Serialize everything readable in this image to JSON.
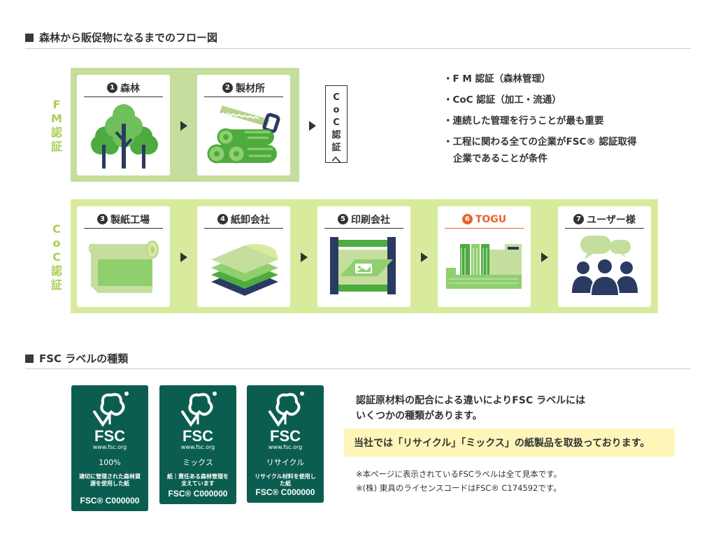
{
  "section1": {
    "title": "森林から販促物になるまでのフロー図"
  },
  "section2": {
    "title": "FSC ラベルの種類"
  },
  "fm_band": {
    "label_chars": [
      "F",
      "M",
      "認",
      "証"
    ]
  },
  "coc_band": {
    "label_chars": [
      "C",
      "o",
      "C",
      "認",
      "証"
    ]
  },
  "fm_steps": [
    {
      "num": "1",
      "label": "森林",
      "icon": "forest-icon"
    },
    {
      "num": "2",
      "label": "製材所",
      "icon": "lumber-icon"
    }
  ],
  "coc_box": {
    "chars": [
      "C",
      "o",
      "C",
      "認",
      "証",
      "へ"
    ]
  },
  "bullets": [
    "・F M 認証（森林管理）",
    "・CoC 認証（加工・流通）",
    "・連続した管理を行うことが最も重要",
    "・工程に関わる全ての企業がFSC® 認証取得"
  ],
  "bullet_cont": "企業であることが条件",
  "coc_steps": [
    {
      "num": "3",
      "label": "製紙工場",
      "icon": "paper-roll-icon"
    },
    {
      "num": "4",
      "label": "紙卸会社",
      "icon": "paper-stack-icon"
    },
    {
      "num": "5",
      "label": "印刷会社",
      "icon": "printer-icon"
    },
    {
      "num": "6",
      "label": "TOGU",
      "icon": "factory-icon"
    },
    {
      "num": "7",
      "label": "ユーザー様",
      "icon": "users-icon"
    }
  ],
  "fsc_labels": [
    {
      "brand": "FSC",
      "org": "www.fsc.org",
      "kind": "100%",
      "desc": "適切に管理された森林資源を使用した紙",
      "code": "FSC® C000000"
    },
    {
      "brand": "FSC",
      "org": "www.fsc.org",
      "kind": "ミックス",
      "desc": "紙｜責任ある森林管理を支えています",
      "code": "FSC® C000000"
    },
    {
      "brand": "FSC",
      "org": "www.fsc.org",
      "kind": "リサイクル",
      "desc": "リサイクル材料を使用した紙",
      "code": "FSC® C000000"
    }
  ],
  "fsc_text": {
    "line1": "認証原材料の配合による違いによりFSC ラベルには",
    "line2": "いくつかの種類があります。"
  },
  "highlight": "当社では「リサイクル」「ミックス」の紙製品を取扱っております。",
  "notes": [
    "※本ページに表示されているFSCラベルは全て見本です。",
    "※(株) 東具のライセンスコードはFSC® C174592です。"
  ],
  "colors": {
    "fm_band": "#c5de9e",
    "coc_band": "#d8eb9c",
    "label_green": "#a9cf55",
    "fsc_green": "#0b5e4f",
    "togu_orange": "#e8642c",
    "highlight": "#fdf6b8"
  }
}
